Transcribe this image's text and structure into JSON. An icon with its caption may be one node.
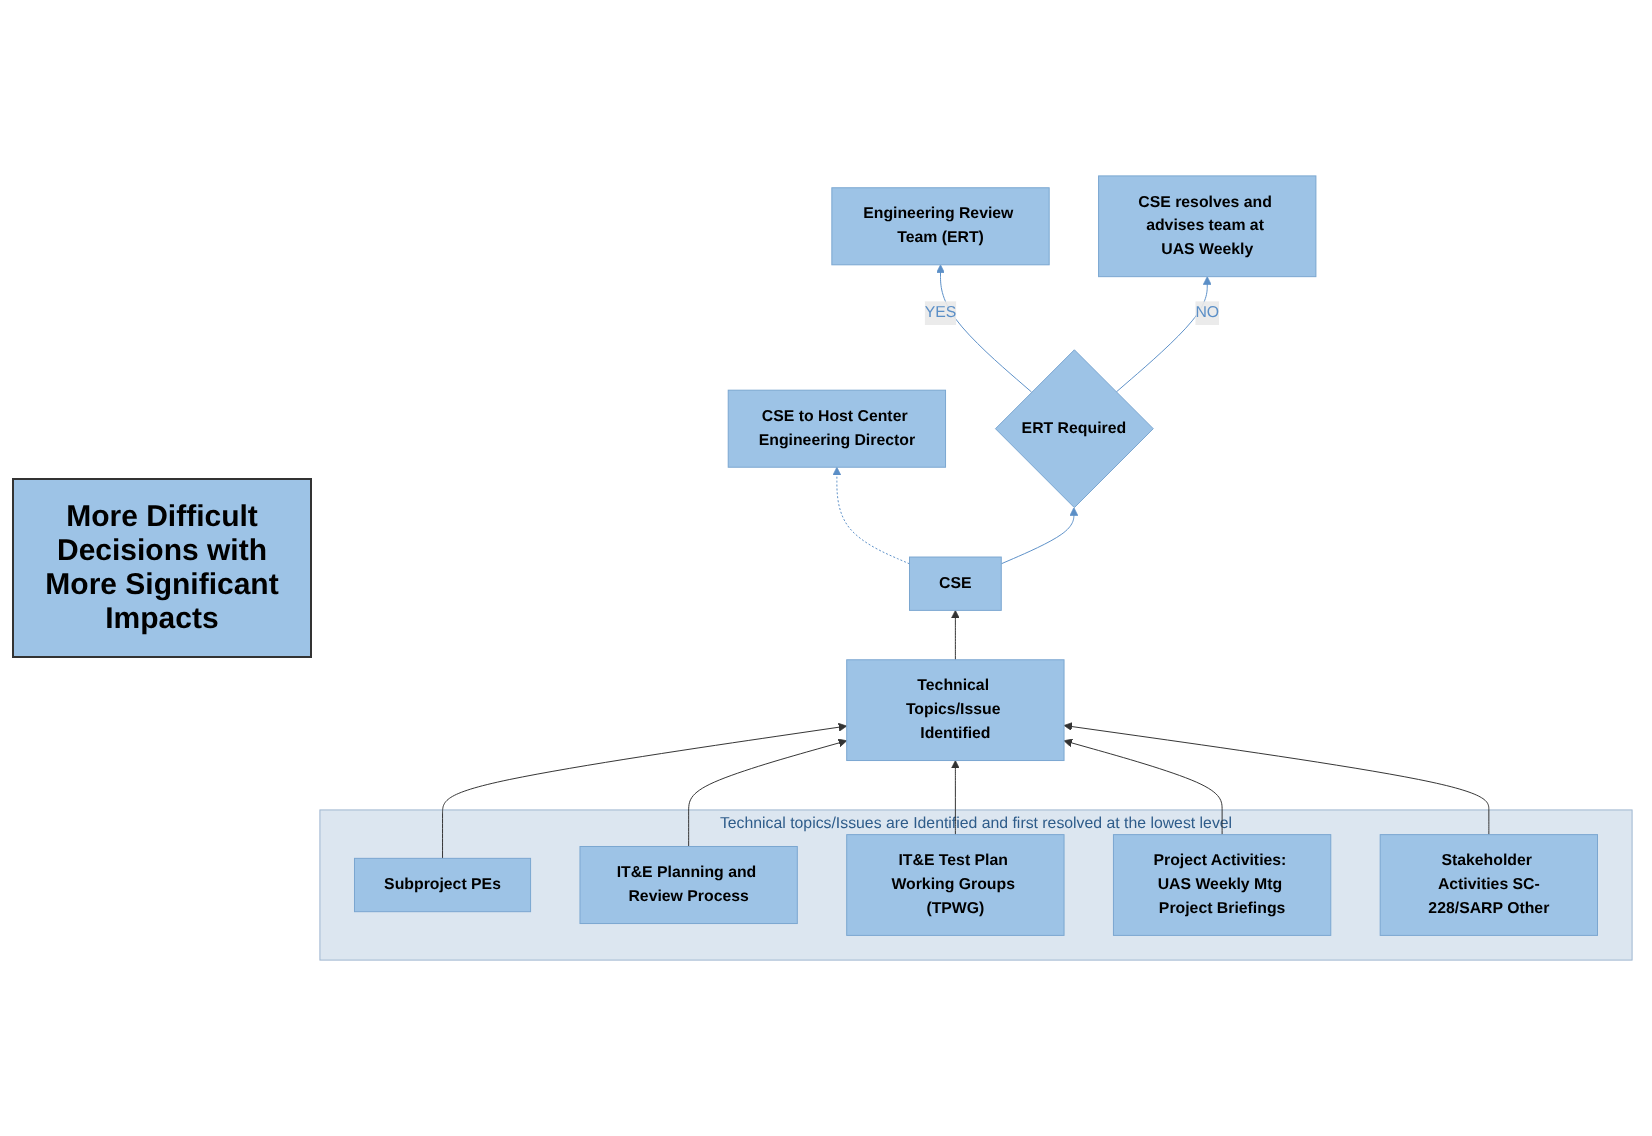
{
  "diagram": {
    "nodes": [
      {
        "text": [
          "CSE to Host Center Engineering Director"
        ]
      },
      {
        "text": [
          "Engineering Review Team (ERT)"
        ]
      },
      {
        "text": [
          "CSE"
        ]
      },
      {
        "text": [
          "ERT Required"
        ]
      },
      {
        "text": [
          "CSE resolves and advises team at UAS Weekly"
        ]
      },
      {
        "text": [
          "Technical Topics/Issue Identified"
        ]
      },
      {
        "text": [
          "Technical topics/Issues are Identified and first resolved at the lowest level"
        ]
      },
      {
        "text": [
          "Subproject PEs"
        ],
        "in": 6
      },
      {
        "text": [
          "IT&E Planning and Review Process"
        ],
        "in": 6
      },
      {
        "text": [
          "IT&E Test Plan Working Groups (TPWG)"
        ],
        "in": 6
      },
      {
        "text": [
          "Project Activities: UAS Weekly Mtg Project Briefings"
        ],
        "in": 6
      },
      {
        "text": [
          "Stakeholder Activities SC-228/SARP Other"
        ],
        "in": 6
      }
    ],
    "edges": [
      {
        "from": 7,
        "to": 5,
        "arrow": "to"
      },
      {
        "from": 8,
        "to": 5,
        "arrow": "to"
      },
      {
        "from": 9,
        "to": 5,
        "arrow": "to"
      },
      {
        "from": 10,
        "to": 5,
        "arrow": "to"
      },
      {
        "from": 11,
        "to": 5,
        "arrow": "to"
      },
      {
        "from": 5,
        "to": 2,
        "arrow": "to"
      },
      {
        "from": 2,
        "to": 3,
        "arrow": "to",
        "color": "#5b8fc7"
      },
      {
        "from": 3,
        "to": 1,
        "arrow": "to",
        "label": "YES",
        "color": "#5b8fc7"
      },
      {
        "from": 3,
        "to": 4,
        "arrow": "to",
        "label": "NO",
        "color": "#5b8fc7"
      },
      {
        "from": 2,
        "to": 0,
        "arrow": "to",
        "style": "dashed",
        "color": "#5b8fc7"
      }
    ],
    "labels": [
      "More Difficult Decisions with More Significant Impacts"
    ]
  }
}
